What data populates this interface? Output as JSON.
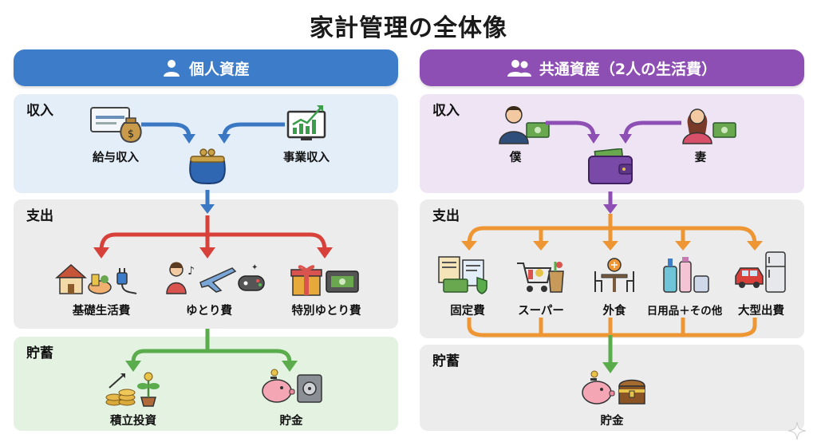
{
  "title": "家計管理の全体像",
  "colors": {
    "personal_header": "#3d7cc9",
    "shared_header": "#8e4fb4",
    "income_personal_bg": "#e4eef9",
    "income_shared_bg": "#efe4f4",
    "spend_bg": "#ececec",
    "save_personal_bg": "#e3f2e1",
    "save_shared_bg": "#ececec",
    "blue_arrow": "#3b78c4",
    "red_arrow": "#d8403a",
    "green_arrow": "#5aac4d",
    "purple_arrow": "#8e4fb4",
    "orange_arrow": "#ee9633"
  },
  "personal": {
    "header": "個人資産",
    "header_icon": "person-icon",
    "income": {
      "label": "収入",
      "sources": [
        "給与収入",
        "事業収入"
      ],
      "sink_icon": "coin-purse-icon"
    },
    "spending": {
      "label": "支出",
      "items": [
        "基礎生活費",
        "ゆとり費",
        "特別ゆとり費"
      ]
    },
    "savings": {
      "label": "貯蓄",
      "items": [
        "積立投資",
        "貯金"
      ]
    }
  },
  "shared": {
    "header": "共通資産（2人の生活費）",
    "header_icon": "people-icon",
    "income": {
      "label": "収入",
      "sources": [
        "僕",
        "妻"
      ],
      "sink_icon": "wallet-icon"
    },
    "spending": {
      "label": "支出",
      "items": [
        "固定費",
        "スーパー",
        "外食",
        "日用品＋その他",
        "大型出費"
      ]
    },
    "savings": {
      "label": "貯蓄",
      "items": [
        "貯金"
      ]
    }
  }
}
